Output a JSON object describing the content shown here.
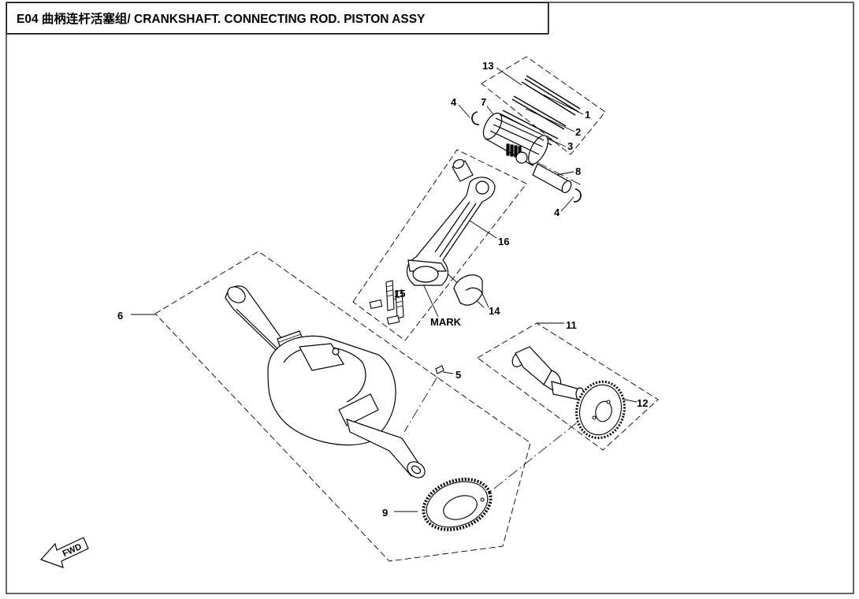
{
  "title": "E04 曲柄连杆活塞组/ CRANKSHAFT. CONNECTING ROD. PISTON ASSY",
  "callouts": {
    "c1": "1",
    "c2": "2",
    "c3": "3",
    "c4a": "4",
    "c4b": "4",
    "c5": "5",
    "c6": "6",
    "c7": "7",
    "c8": "8",
    "c9": "9",
    "c11": "11",
    "c12": "12",
    "c13": "13",
    "c14": "14",
    "c15": "15",
    "c16": "16"
  },
  "mark_label": "MARK",
  "fwd_label": "FWD"
}
